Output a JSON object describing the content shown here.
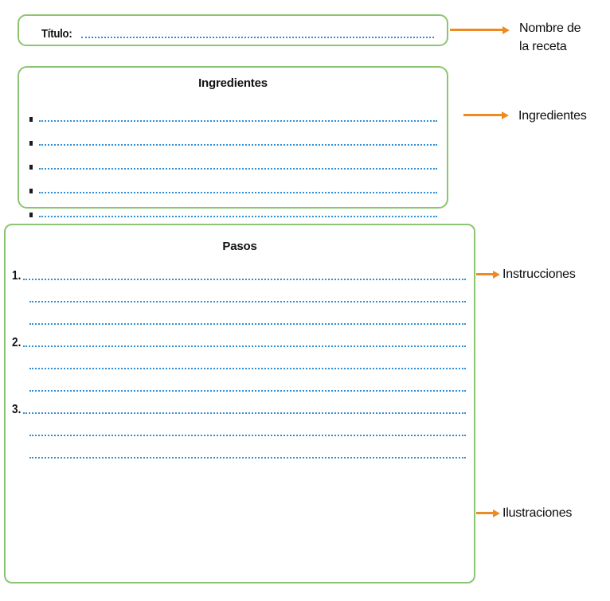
{
  "document": {
    "language": "es",
    "type": "recipe-worksheet-template"
  },
  "title_section": {
    "label": "Título:",
    "line_style": "dotted"
  },
  "ingredients_section": {
    "heading": "Ingredientes",
    "bullet_count": 5,
    "bullets": [
      "",
      "",
      "",
      "",
      ""
    ]
  },
  "steps_section": {
    "heading": "Pasos",
    "steps": [
      {
        "number": "1.",
        "lines": 3
      },
      {
        "number": "2.",
        "lines": 3
      },
      {
        "number": "3.",
        "lines": 3
      }
    ]
  },
  "annotations": [
    {
      "label": "Nombre de\nla receta",
      "target": "title-card"
    },
    {
      "label": "Ingredientes",
      "target": "ingredients-card"
    },
    {
      "label": "Instrucciones",
      "target": "steps-card-top"
    },
    {
      "label": "Ilustraciones",
      "target": "steps-card-bottom"
    }
  ],
  "colors": {
    "box_border": "#8CC572",
    "dotted_line": "#2F8FD4",
    "arrow": "#ED8B22",
    "text": "#111111",
    "background": "#FFFFFF"
  }
}
